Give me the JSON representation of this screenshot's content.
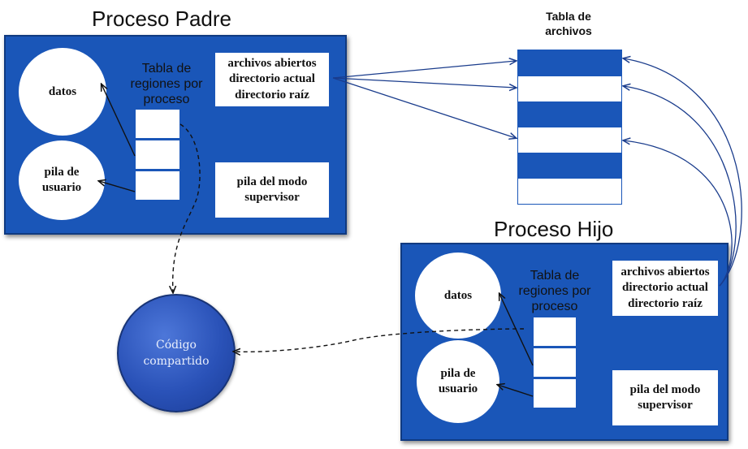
{
  "parent": {
    "title": "Proceso Padre",
    "datos": "datos",
    "pila_usuario": "pila de\nusuario",
    "regions_label": "Tabla de\nregiones por\nproceso",
    "files_box": "archivos abiertos\ndirectorio actual\ndirectorio  raíz",
    "supervisor_box": "pila del modo\nsupervisor"
  },
  "child": {
    "title": "Proceso Hijo",
    "datos": "datos",
    "pila_usuario": "pila de\nusuario",
    "regions_label": "Tabla de\nregiones por\nproceso",
    "files_box": "archivos abiertos\ndirectorio actual\ndirectorio  raíz",
    "supervisor_box": "pila del modo\nsupervisor"
  },
  "file_table": {
    "title": "Tabla de\narchivos",
    "rows": [
      "blue",
      "white",
      "blue",
      "white",
      "blue",
      "white"
    ]
  },
  "shared_code": "Código\ncompartido",
  "colors": {
    "process_blue": "#1a56b8",
    "shared_blue": "#2a52b8",
    "arrow": "#1a3c8c"
  }
}
